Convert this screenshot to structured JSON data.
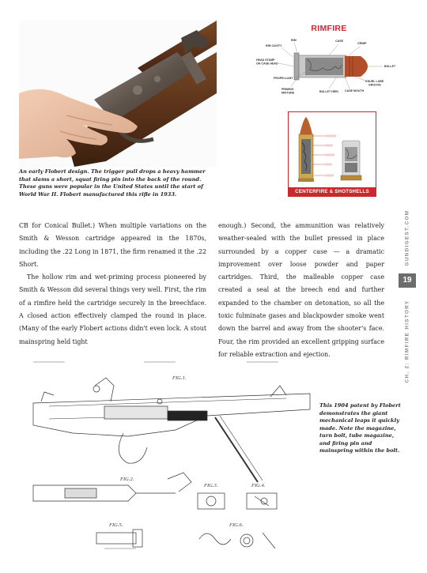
{
  "photo": {
    "caption": "An early Flobert design. The trigger pull drops a heavy hammer that slams a short, squat firing pin into the back of the round. These guns were popular in the United States until the start of World War II. Flobert manufactured this rifle in 1933."
  },
  "rimfire_diagram": {
    "title": "RIMFIRE",
    "labels": {
      "rim": "RIM",
      "case": "CASE",
      "rim_cavity": "RIM CAVITY",
      "crimp": "CRIMP",
      "headstamp": "HEAD STAMP",
      "headstamp2": "ON CASE HEAD",
      "bullet": "BULLET",
      "propellant": "PROPELLANT",
      "knurl": "KNURL LUBE",
      "knurl2": "GROOVE",
      "priming": "PRIMING",
      "priming2": "MIXTURE",
      "case_mouth": "CASE MOUTH",
      "bullet_heel": "BULLET HEEL"
    }
  },
  "centerfire_box": {
    "title": "CENTERFIRE & SHOTSHELLS"
  },
  "body": {
    "left_paragraphs": [
      "CB for Conical Bullet.) When multiple variations on the Smith & Wesson cartridge appeared in the 1870s, including the .22 Long in 1871, the firm renamed it the .22 Short.",
      "The hollow rim and wet-priming process pioneered by Smith & Wesson did several things very well. First, the rim of a rimfire held the cartridge securely in the breechface. A closed action effectively clamped the round in place. (Many of the early Flobert actions didn't even lock. A stout mainspring held tight"
    ],
    "right_paragraphs": [
      "enough.) Second, the ammunition was relatively weather-sealed with the bullet pressed in place surrounded by a copper case — a dramatic improvement over loose powder and paper cartridges. Third, the malleable copper case created a seal at the breech end and further expanded to the chamber on detonation, so all the toxic fulminate gases and blackpowder smoke went down the barrel and away from the shooter's face. Four, the rim provided an excellent gripping surface for reliable extraction and ejection."
    ]
  },
  "running_header": {
    "site": "GUNDIGEST.COM",
    "page_number": "19",
    "chapter": "CH. 2: RIMFIRE HISTORY"
  },
  "patent": {
    "caption": "This 1904 patent by Flobert demonstrates the giant mechanical leaps it quickly made. Note the magazine, turn bolt, tube magazine, and firing pin and mainspring within the bolt.",
    "fig_labels": {
      "fig1": "FIG.1.",
      "fig2": "FIG.2.",
      "fig3": "FIG.3.",
      "fig4": "FIG.4.",
      "fig5": "FIG.5.",
      "fig6": "FIG.6."
    }
  }
}
